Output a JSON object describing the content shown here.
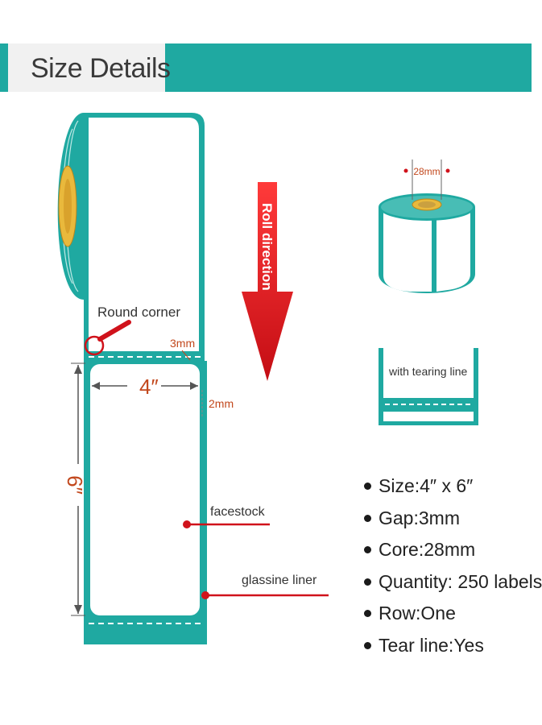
{
  "header": {
    "title": "Size Details"
  },
  "diagram": {
    "core_label": "28mm",
    "roll_direction": "Roll direction",
    "round_corner": "Round corner",
    "gap_label": "3mm",
    "width_label": "4″",
    "side_gap_label": "2mm",
    "height_label": "6″",
    "facestock_label": "facestock",
    "glassine_label": "glassine liner",
    "tearing_line_label": "with tearing line",
    "teal": "#1fa9a1",
    "red": "#d0121b"
  },
  "specs": [
    {
      "text": "Size:4″ x 6″"
    },
    {
      "text": "Gap:3mm"
    },
    {
      "text": "Core:28mm"
    },
    {
      "text": "Quantity: 250 labels"
    },
    {
      "text": "Row:One"
    },
    {
      "text": "Tear line:Yes"
    }
  ]
}
